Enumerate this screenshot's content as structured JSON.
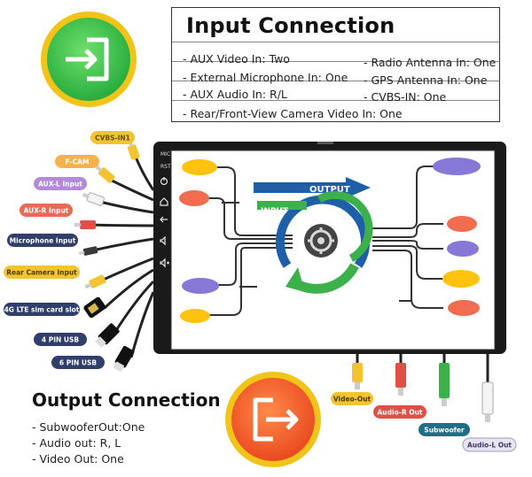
{
  "input_connection": {
    "title": "Input Connection",
    "rows": [
      {
        "left": "- AUX Video In: Two",
        "right": "- Radio Antenna In: One"
      },
      {
        "left": "- External Microphone In: One",
        "right": "- GPS Antenna In: One"
      },
      {
        "left": "- AUX Audio In: R/L",
        "right": "- CVBS-IN: One"
      },
      {
        "left": "- Rear/Front-View Camera Video In: One",
        "right": ""
      }
    ]
  },
  "output_connection": {
    "title": "Output Connection",
    "items": [
      "- SubwooferOut:One",
      "- Audio out: R, L",
      "- Video Out: One"
    ]
  },
  "device": {
    "side_labels": [
      "MIC",
      "RST"
    ],
    "arrow_labels": {
      "output": "OUTPUT",
      "input": "INPUT"
    }
  },
  "left_connectors": [
    {
      "label": "CVBS-IN1",
      "color": "#f4c430",
      "text": "#6a4f00"
    },
    {
      "label": "F-CAM",
      "color": "#f6b24a",
      "text": "#ffffff"
    },
    {
      "label": "AUX-L Input",
      "color": "#b389d9",
      "text": "#ffffff"
    },
    {
      "label": "AUX-R Input",
      "color": "#ea6a55",
      "text": "#ffffff"
    },
    {
      "label": "Microphone Input",
      "color": "#2f3e6b",
      "text": "#ffffff"
    },
    {
      "label": "Rear Camera Input",
      "color": "#f4c430",
      "text": "#4a3a00"
    },
    {
      "label": "4G LTE sim card slot",
      "color": "#2f3e6b",
      "text": "#ffffff"
    },
    {
      "label": "4 PIN USB",
      "color": "#2f3e6b",
      "text": "#ffffff"
    },
    {
      "label": "6 PIN USB",
      "color": "#2f3e6b",
      "text": "#ffffff"
    }
  ],
  "right_connectors": [
    {
      "label": "Video-Out",
      "color": "#f4c430",
      "text": "#4a3a00"
    },
    {
      "label": "Audio-R Out",
      "color": "#e05046",
      "text": "#ffffff"
    },
    {
      "label": "Subwoofer",
      "color": "#1f6e86",
      "text": "#ffffff"
    },
    {
      "label": "Audio-L Out",
      "color": "#e8e4f2",
      "text": "#3a3a6a"
    }
  ],
  "colors": {
    "input_icon": "#3cc04c",
    "output_icon": "#f05a24",
    "icon_ring": "#f2c318",
    "arrow_blue": "#1e5fa8",
    "arrow_green": "#3cb04a",
    "yellow_oval": "#ffc20e",
    "red_oval": "#f26c4f",
    "purple_oval": "#8578d6"
  },
  "icons": [
    "login-icon",
    "logout-icon",
    "gear-icon",
    "power-icon",
    "home-icon",
    "back-icon",
    "volume-down-icon",
    "volume-up-icon"
  ]
}
